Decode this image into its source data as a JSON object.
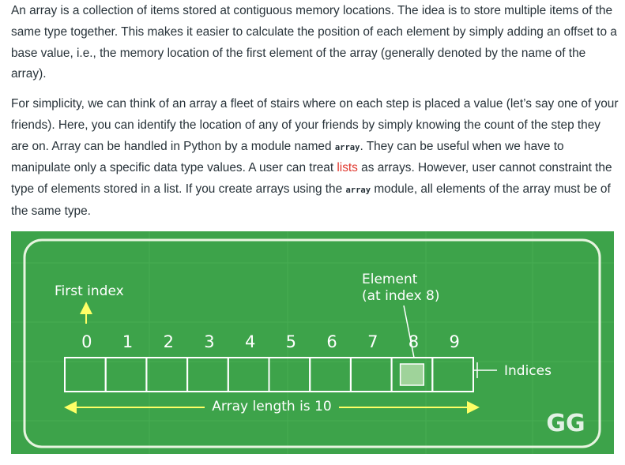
{
  "paragraph1": {
    "text": "An array is a collection of items stored at contiguous memory locations. The idea is to store multiple items of the same type together. This makes it easier to calculate the position of each element by simply adding an offset to a base value, i.e., the memory location of the first element of the array (generally denoted by the name of the array)."
  },
  "paragraph2": {
    "part1": "For simplicity, we can think of an array a fleet of stairs where on each step is placed a value (let’s say one of your friends). Here, you can identify the location of any of your friends by simply knowing the count of the step they are on. Array can be handled in Python by a module named ",
    "code1": "array",
    "part2": ". They can be useful when we have to manipulate only a specific data type values. A user can treat ",
    "link": "lists",
    "part3": " as arrays. However, user cannot constraint the type of elements stored in a list. If you create arrays using the ",
    "code2": "array",
    "part4": " module, all elements of the array must be of the same type."
  },
  "figure": {
    "first_index_label": "First index",
    "element_label_line1": "Element",
    "element_label_line2": "(at index 8)",
    "indices": [
      "0",
      "1",
      "2",
      "3",
      "4",
      "5",
      "6",
      "7",
      "8",
      "9"
    ],
    "highlighted_index": 8,
    "indices_label": "Indices",
    "length_label": "Array length is 10",
    "logo": "GG",
    "colors": {
      "background": "#3da34a",
      "border": "#e8f5e0",
      "cells": "#ffffff",
      "highlight_cell": "#9fd39a",
      "arrows": "#ffff66"
    }
  }
}
